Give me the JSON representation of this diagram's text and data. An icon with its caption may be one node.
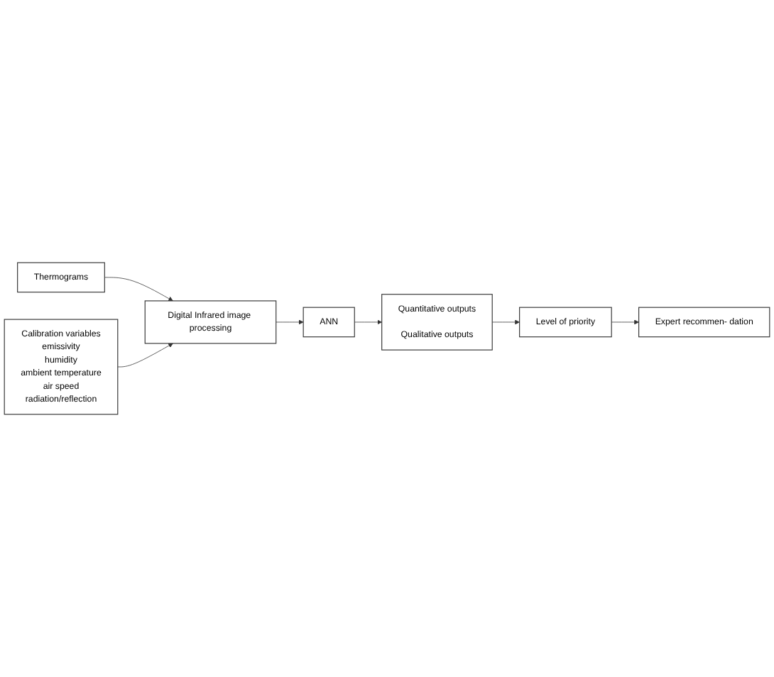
{
  "diagram": {
    "nodes": [
      {
        "text": [
          "Thermograms"
        ]
      },
      {
        "text": [
          "Calibration variables",
          "emissivity",
          "humidity",
          "ambient temperature",
          "air speed",
          "radiation/reflection"
        ]
      },
      {
        "text": [
          "Digital Infrared image processing"
        ]
      },
      {
        "text": [
          "ANN"
        ]
      },
      {
        "text": [
          "Quantitative outputs",
          "Qualitative outputs"
        ]
      },
      {
        "text": [
          "Level of priority"
        ]
      },
      {
        "text": [
          "Expert recommen- dation"
        ]
      }
    ],
    "edges": [
      {
        "from": 0,
        "to": 2,
        "arrow": "to"
      },
      {
        "from": 1,
        "to": 2,
        "arrow": "to"
      },
      {
        "from": 2,
        "to": 3,
        "arrow": "to"
      },
      {
        "from": 3,
        "to": 4,
        "arrow": "to"
      },
      {
        "from": 4,
        "to": 5,
        "arrow": "to"
      },
      {
        "from": 5,
        "to": 6,
        "arrow": "to"
      }
    ]
  }
}
